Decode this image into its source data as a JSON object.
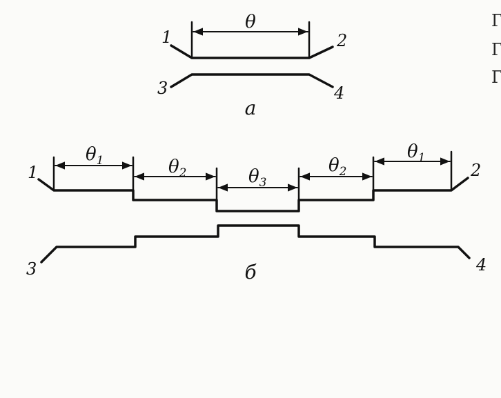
{
  "diagram_a": {
    "label": "а",
    "theta": "θ",
    "ports": [
      "1",
      "2",
      "3",
      "4"
    ]
  },
  "diagram_b": {
    "label": "б",
    "theta_1": "θ",
    "theta_1_sub": "1",
    "theta_2": "θ",
    "theta_2_sub": "2",
    "theta_3": "θ",
    "theta_3_sub": "3",
    "ports": [
      "1",
      "2",
      "3",
      "4"
    ]
  },
  "edge_text": [
    "Г",
    "Г",
    "Г"
  ]
}
